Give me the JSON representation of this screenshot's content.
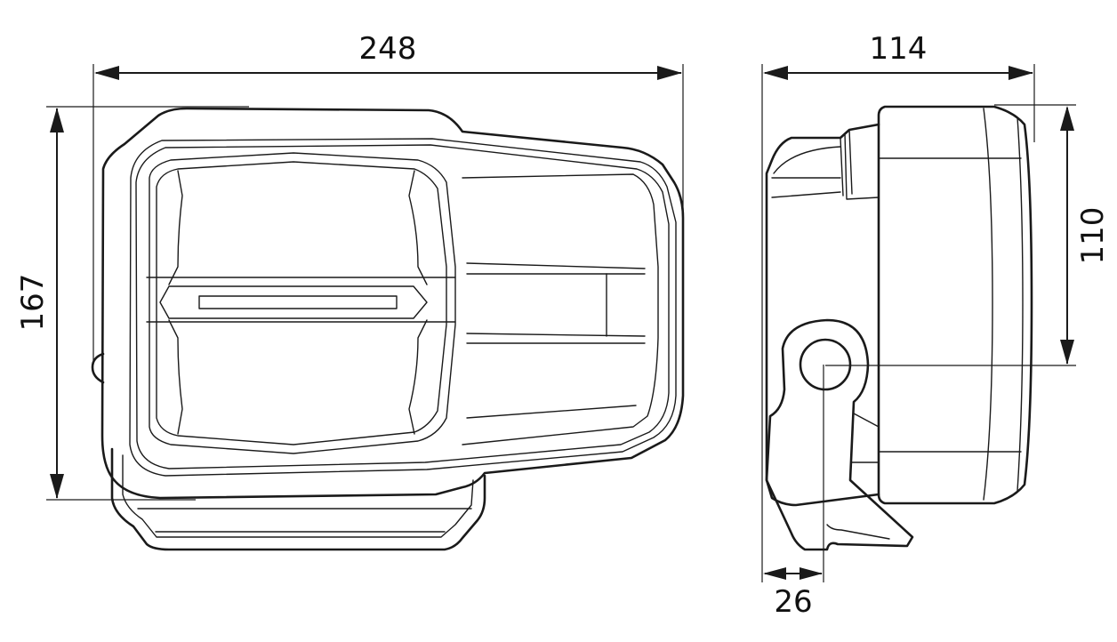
{
  "dimensions": {
    "front_width": "248",
    "front_height": "167",
    "side_depth": "114",
    "side_height": "110",
    "mount_offset": "26"
  },
  "colors": {
    "line": "#1a1a1a",
    "background": "#ffffff"
  }
}
